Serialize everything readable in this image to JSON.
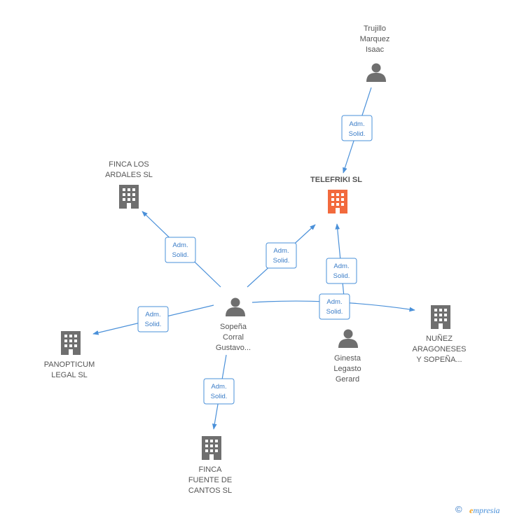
{
  "nodes": {
    "trujillo": {
      "label": [
        "Trujillo",
        "Marquez",
        "Isaac"
      ],
      "kind": "person",
      "icon": "person-icon"
    },
    "telefriki": {
      "label": [
        "TELEFRIKI SL"
      ],
      "kind": "company",
      "icon": "building-icon",
      "highlight": true
    },
    "finca_ardales": {
      "label": [
        "FINCA LOS",
        "ARDALES  SL"
      ],
      "kind": "company",
      "icon": "building-icon"
    },
    "sopena": {
      "label": [
        "Sopeña",
        "Corral",
        "Gustavo..."
      ],
      "kind": "person",
      "icon": "person-icon"
    },
    "panopticum": {
      "label": [
        "PANOPTICUM",
        "LEGAL SL"
      ],
      "kind": "company",
      "icon": "building-icon"
    },
    "ginesta": {
      "label": [
        "Ginesta",
        "Legasto",
        "Gerard"
      ],
      "kind": "person",
      "icon": "person-icon"
    },
    "nunez": {
      "label": [
        "NUÑEZ",
        "ARAGONESES",
        "Y SOPEÑA..."
      ],
      "kind": "company",
      "icon": "building-icon"
    },
    "finca_fuente": {
      "label": [
        "FINCA",
        "FUENTE DE",
        "CANTOS SL"
      ],
      "kind": "company",
      "icon": "building-icon"
    }
  },
  "edges": [
    {
      "id": "e1",
      "badge": [
        "Adm.",
        "Solid."
      ]
    },
    {
      "id": "e2",
      "badge": [
        "Adm.",
        "Solid."
      ]
    },
    {
      "id": "e3",
      "badge": [
        "Adm.",
        "Solid."
      ]
    },
    {
      "id": "e4",
      "badge": [
        "Adm.",
        "Solid."
      ]
    },
    {
      "id": "e5",
      "badge": [
        "Adm.",
        "Solid."
      ]
    },
    {
      "id": "e6",
      "badge": [
        "Adm.",
        "Solid."
      ]
    },
    {
      "id": "e7",
      "badge": [
        "Adm.",
        "Solid."
      ]
    }
  ],
  "colors": {
    "edge": "#4a90d9",
    "node_gray": "#6f6f6f",
    "node_highlight": "#f26a3d"
  },
  "footer": {
    "copyright_symbol": "©",
    "brand_e": "e",
    "brand_rest": "mpresia"
  }
}
